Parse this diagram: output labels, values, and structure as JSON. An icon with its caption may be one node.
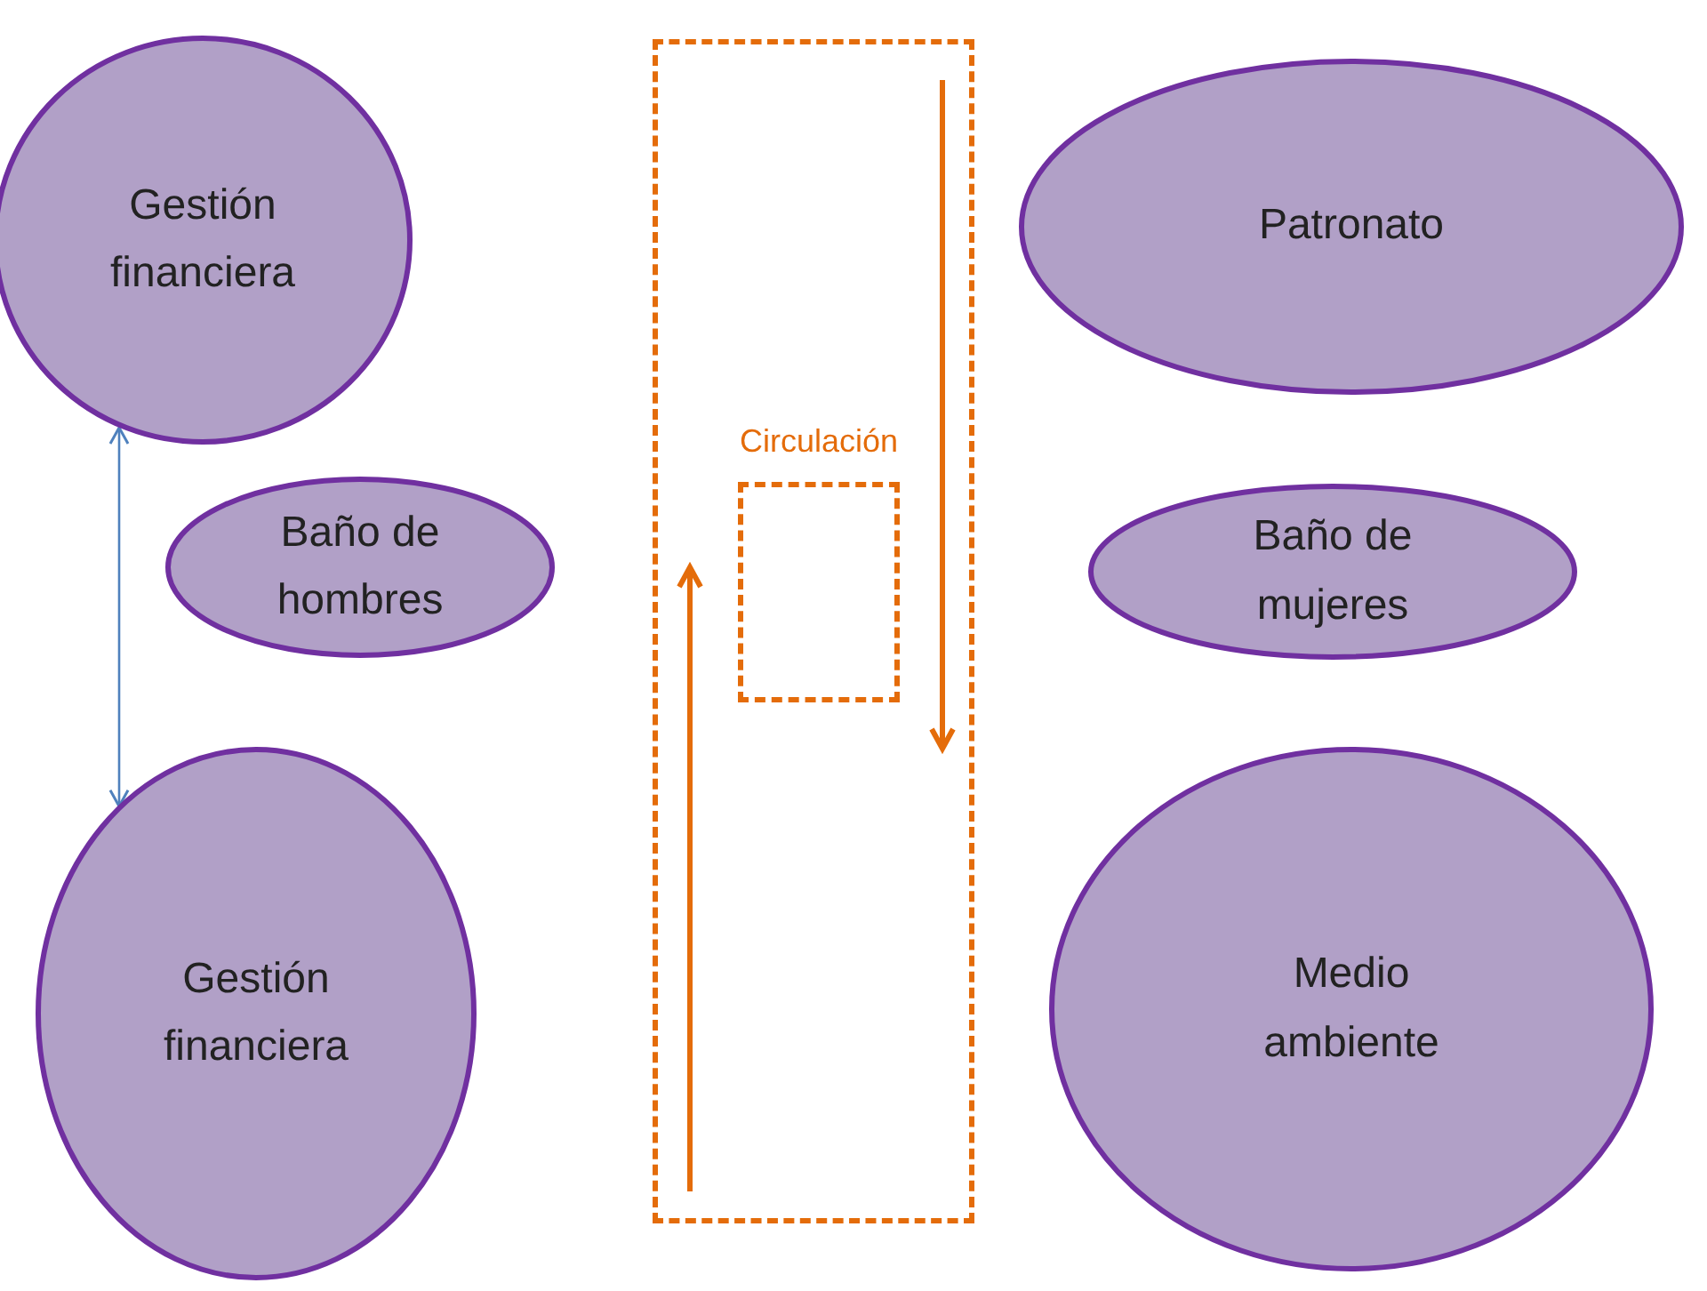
{
  "diagram": {
    "nodes": [
      {
        "text": [
          "Gestión financiera"
        ]
      },
      {
        "text": [],
        "shape": "box"
      },
      {
        "text": [
          "Patronato"
        ]
      },
      {
        "text": [
          "Circulación"
        ],
        "in": 1
      },
      {
        "text": [
          "Baño de hombres"
        ]
      },
      {
        "text": [
          "Baño de mujeres"
        ]
      },
      {
        "text": [
          "Gestión financiera"
        ]
      },
      {
        "text": [
          "Medio ambiente"
        ]
      }
    ],
    "edges": [
      {
        "from": 0,
        "to": 6,
        "arrow": "both"
      }
    ]
  }
}
